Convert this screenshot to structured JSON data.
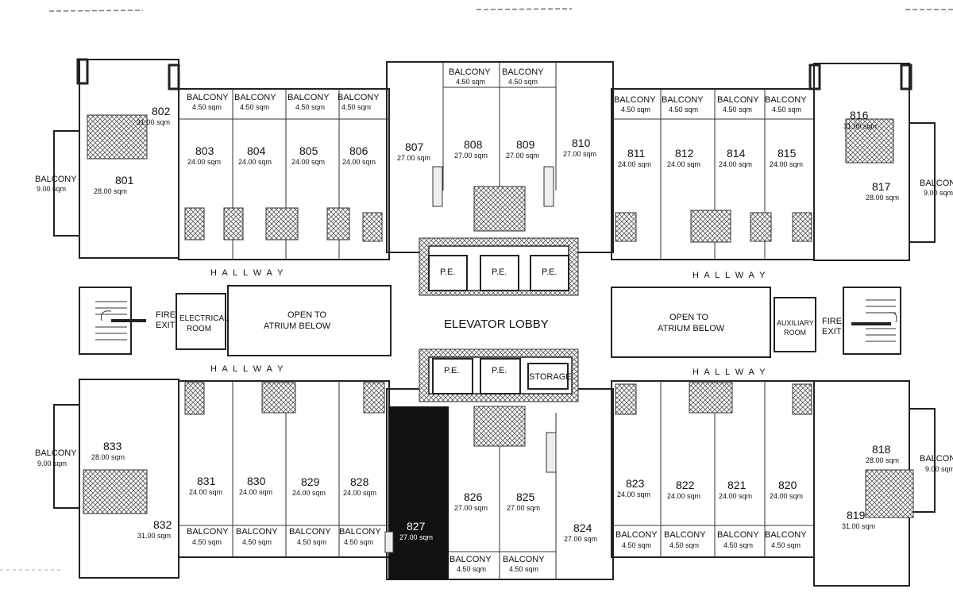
{
  "hallway_labels": [
    "H  A  L  L  W  A  Y",
    "H  A  L  L  W  A  Y",
    "H  A  L  L  W  A  Y",
    "H  A  L  L  W  A  Y"
  ],
  "lobby": {
    "label": "ELEVATOR LOBBY",
    "pe": "P.E.",
    "storage": "STORAGE"
  },
  "open_atrium": {
    "line1": "OPEN TO",
    "line2": "ATRIUM BELOW"
  },
  "fire_exit": {
    "line1": "FIRE",
    "line2": "EXIT"
  },
  "electrical": {
    "line1": "ELECTRICAL",
    "line2": "ROOM"
  },
  "auxiliary": {
    "line1": "AUXILIARY",
    "line2": "ROOM"
  },
  "balcony": {
    "label": "BALCONY",
    "small_area": "4.50 sqm",
    "large_area": "9.00 sqm"
  },
  "units": {
    "u801": {
      "num": "801",
      "area": "28.00 sqm"
    },
    "u802": {
      "num": "802",
      "area": "31.00 sqm"
    },
    "u803": {
      "num": "803",
      "area": "24.00 sqm"
    },
    "u804": {
      "num": "804",
      "area": "24.00 sqm"
    },
    "u805": {
      "num": "805",
      "area": "24.00 sqm"
    },
    "u806": {
      "num": "806",
      "area": "24.00 sqm"
    },
    "u807": {
      "num": "807",
      "area": "27.00 sqm"
    },
    "u808": {
      "num": "808",
      "area": "27.00 sqm"
    },
    "u809": {
      "num": "809",
      "area": "27.00 sqm"
    },
    "u810": {
      "num": "810",
      "area": "27.00 sqm"
    },
    "u811": {
      "num": "811",
      "area": "24.00 sqm"
    },
    "u812": {
      "num": "812",
      "area": "24.00 sqm"
    },
    "u814": {
      "num": "814",
      "area": "24.00 sqm"
    },
    "u815": {
      "num": "815",
      "area": "24.00 sqm"
    },
    "u816": {
      "num": "816",
      "area": "31.00 sqm"
    },
    "u817": {
      "num": "817",
      "area": "28.00 sqm"
    },
    "u818": {
      "num": "818",
      "area": "28.00 sqm"
    },
    "u819": {
      "num": "819",
      "area": "31.00 sqm"
    },
    "u820": {
      "num": "820",
      "area": "24.00 sqm"
    },
    "u821": {
      "num": "821",
      "area": "24.00 sqm"
    },
    "u822": {
      "num": "822",
      "area": "24.00 sqm"
    },
    "u823": {
      "num": "823",
      "area": "24.00 sqm"
    },
    "u824": {
      "num": "824",
      "area": "27.00 sqm"
    },
    "u825": {
      "num": "825",
      "area": "27.00 sqm"
    },
    "u826": {
      "num": "826",
      "area": "27.00 sqm"
    },
    "u827": {
      "num": "827",
      "area": "27.00 sqm"
    },
    "u828": {
      "num": "828",
      "area": "24.00 sqm"
    },
    "u829": {
      "num": "829",
      "area": "24.00 sqm"
    },
    "u830": {
      "num": "830",
      "area": "24.00 sqm"
    },
    "u831": {
      "num": "831",
      "area": "24.00 sqm"
    },
    "u832": {
      "num": "832",
      "area": "31.00 sqm"
    },
    "u833": {
      "num": "833",
      "area": "28.00 sqm"
    }
  },
  "highlight_color": "#111111"
}
